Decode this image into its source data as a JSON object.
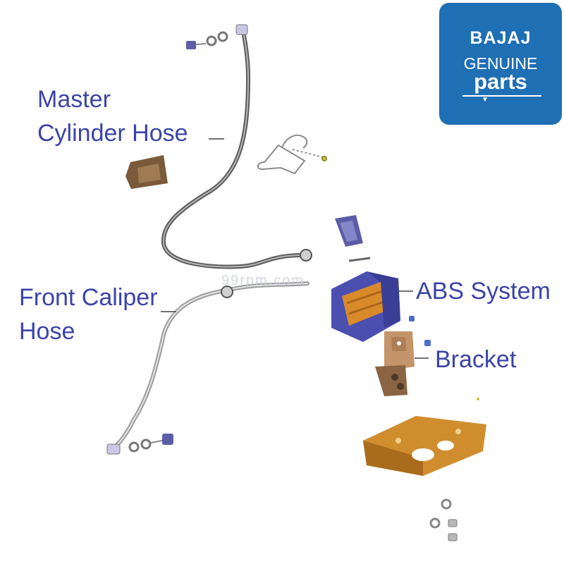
{
  "labels": {
    "master_line1": "Master",
    "master_line2": "Cylinder Hose",
    "caliper_line1": "Front Caliper",
    "caliper_line2": "Hose",
    "abs": "ABS System",
    "bracket": "Bracket"
  },
  "logo": {
    "brand": "BAJAJ",
    "line1": "GENUINE",
    "line2": "parts"
  },
  "watermark": "99rpm.com",
  "colors": {
    "label": "#3b44a6",
    "logo_bg": "#1f6fb4",
    "abs_blue": "#4a4fb0",
    "part_orange": "#c98a2a",
    "hose_grey": "#8a8a8a"
  }
}
